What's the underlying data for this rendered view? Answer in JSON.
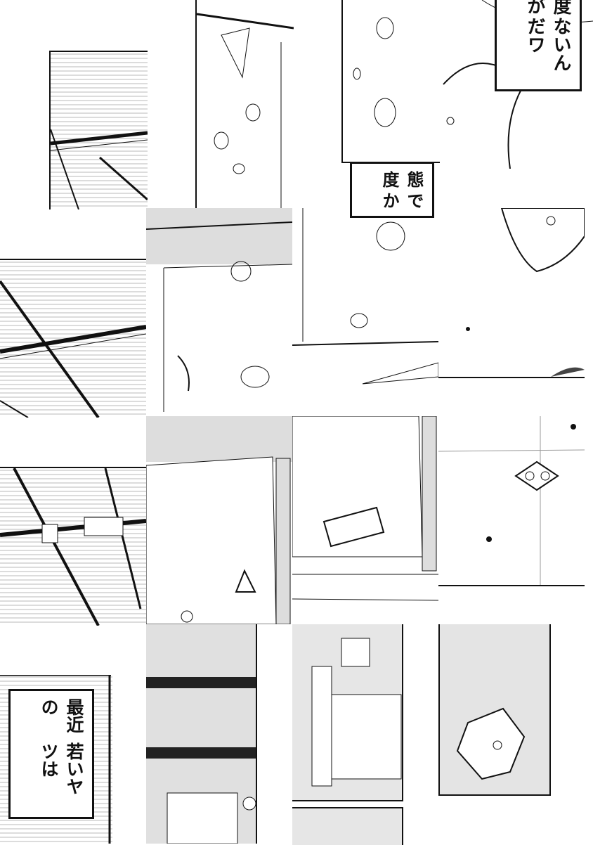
{
  "panels": {
    "bubble_top_right": {
      "lines": [
        "度が",
        "ないんだワ"
      ]
    },
    "bubble_middle": {
      "lines": [
        "態度",
        "でか"
      ]
    },
    "bubble_bottom_left": {
      "lines": [
        "最近の",
        "若いヤツは"
      ]
    }
  },
  "colors": {
    "ink": "#111111",
    "screentone": "#d9d9d9",
    "paper": "#ffffff"
  }
}
